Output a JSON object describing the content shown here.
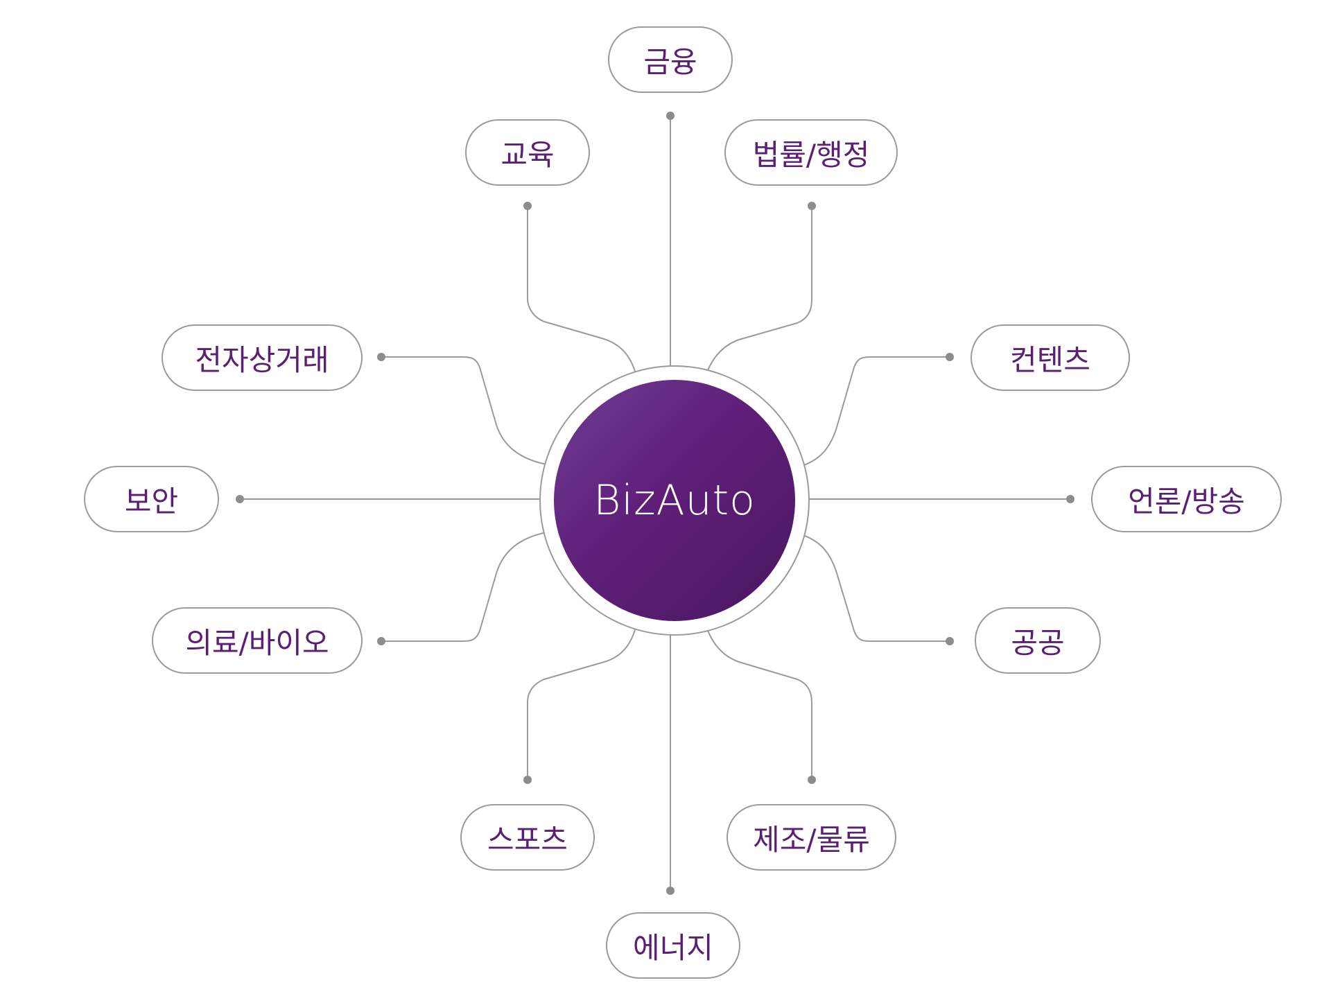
{
  "hub": {
    "label": "BizAuto",
    "gradient_start": "#6a3a8e",
    "gradient_end": "#4e1a66"
  },
  "colors": {
    "line": "#9a9a9a",
    "dot": "#8c8c8c",
    "text": "#5a1f73"
  },
  "nodes": [
    {
      "id": "finance",
      "label": "금융"
    },
    {
      "id": "education",
      "label": "교육"
    },
    {
      "id": "law",
      "label": "법률/행정"
    },
    {
      "id": "ecommerce",
      "label": "전자상거래"
    },
    {
      "id": "contents",
      "label": "컨텐츠"
    },
    {
      "id": "security",
      "label": "보안"
    },
    {
      "id": "media",
      "label": "언론/방송"
    },
    {
      "id": "medical",
      "label": "의료/바이오"
    },
    {
      "id": "public",
      "label": "공공"
    },
    {
      "id": "sports",
      "label": "스포츠"
    },
    {
      "id": "manufacturing",
      "label": "제조/물류"
    },
    {
      "id": "energy",
      "label": "에너지"
    }
  ]
}
